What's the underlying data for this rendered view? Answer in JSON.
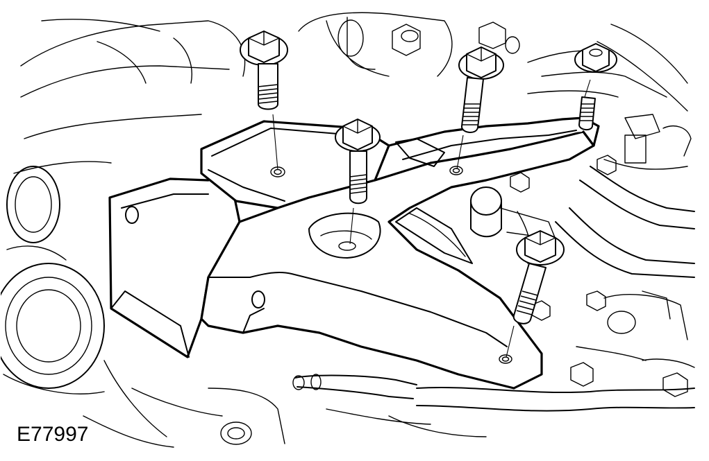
{
  "figure": {
    "id_label": "E77997",
    "colors": {
      "line": "#000000",
      "background": "#ffffff"
    },
    "bolt_count": 5,
    "elements": [
      "engine-mount-bracket",
      "mounting-bolt",
      "bolt-alignment-line",
      "engine-components-background"
    ]
  }
}
